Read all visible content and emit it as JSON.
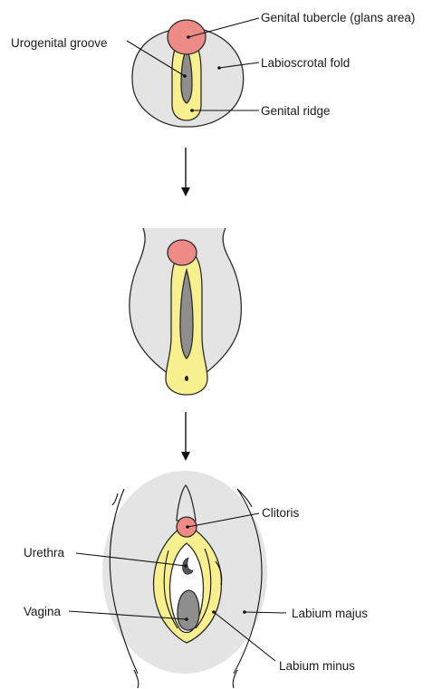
{
  "labels": {
    "genital_tubercle": "Genital tubercle (glans area)",
    "urogenital_groove": "Urogenital groove",
    "labioscrotal_fold": "Labioscrotal fold",
    "genital_ridge": "Genital ridge",
    "clitoris": "Clitoris",
    "urethra": "Urethra",
    "vagina": "Vagina",
    "labium_majus": "Labium majus",
    "labium_minus": "Labium minus"
  },
  "colors": {
    "skin_gray": "#e4e4e4",
    "fold_yellow": "#f8ef8e",
    "tubercle_pink": "#ee8b86",
    "groove_gray": "#8e8e8e",
    "outline": "#2b2b2b"
  }
}
